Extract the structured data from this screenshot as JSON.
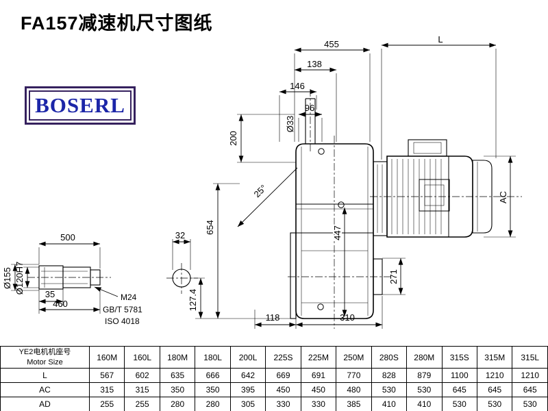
{
  "page": {
    "title": "FA157减速机尺寸图纸"
  },
  "logo": {
    "text": "BOSERL"
  },
  "drawing": {
    "dims": {
      "top_width": "455",
      "motor_length_label": "L",
      "dim_138": "138",
      "dim_146": "146",
      "dim_96": "96",
      "input_shaft_dia": "Ø33",
      "dim_200": "200",
      "angle": "25°",
      "height_654": "654",
      "dim_447": "447",
      "motor_dia_label": "AC",
      "dim_271": "271",
      "dim_118": "118",
      "dim_310": "310",
      "shaft_500": "500",
      "shaft_32": "32",
      "dia_155": "Ø155",
      "dia_120": "Ø120H7",
      "dim_35": "35",
      "dim_460": "460",
      "dim_127_4": "127.4",
      "thread": "M24",
      "std_gb": "GB/T 5781",
      "std_iso": "ISO 4018"
    }
  },
  "table": {
    "header": {
      "line1": "YE2电机机座号",
      "line2": "Motor Size"
    },
    "columns": [
      "160M",
      "160L",
      "180M",
      "180L",
      "200L",
      "225S",
      "225M",
      "250M",
      "280S",
      "280M",
      "315S",
      "315M",
      "315L"
    ],
    "rows": [
      {
        "label": "L",
        "values": [
          "567",
          "602",
          "635",
          "666",
          "642",
          "669",
          "691",
          "770",
          "828",
          "879",
          "1100",
          "1210",
          "1210"
        ]
      },
      {
        "label": "AC",
        "values": [
          "315",
          "315",
          "350",
          "350",
          "395",
          "450",
          "450",
          "480",
          "530",
          "530",
          "645",
          "645",
          "645"
        ]
      },
      {
        "label": "AD",
        "values": [
          "255",
          "255",
          "280",
          "280",
          "305",
          "330",
          "330",
          "385",
          "410",
          "410",
          "530",
          "530",
          "530"
        ]
      }
    ]
  }
}
